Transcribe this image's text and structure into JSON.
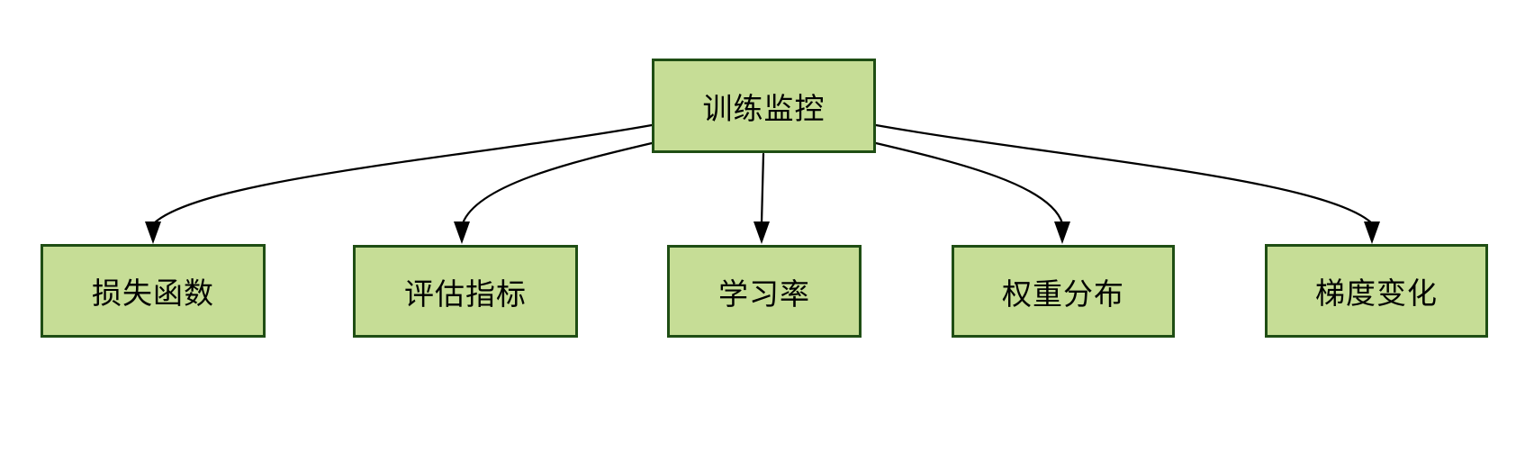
{
  "diagram": {
    "type": "tree-flowchart",
    "root": {
      "label": "训练监控"
    },
    "children": [
      {
        "label": "损失函数"
      },
      {
        "label": "评估指标"
      },
      {
        "label": "学习率"
      },
      {
        "label": "权重分布"
      },
      {
        "label": "梯度变化"
      }
    ],
    "edges": [
      {
        "from": "训练监控",
        "to": "损失函数"
      },
      {
        "from": "训练监控",
        "to": "评估指标"
      },
      {
        "from": "训练监控",
        "to": "学习率"
      },
      {
        "from": "训练监控",
        "to": "权重分布"
      },
      {
        "from": "训练监控",
        "to": "梯度变化"
      }
    ],
    "colors": {
      "node_fill": "#c6dd96",
      "node_border": "#1f4e14",
      "arrow": "#000000",
      "background": "#ffffff"
    }
  }
}
